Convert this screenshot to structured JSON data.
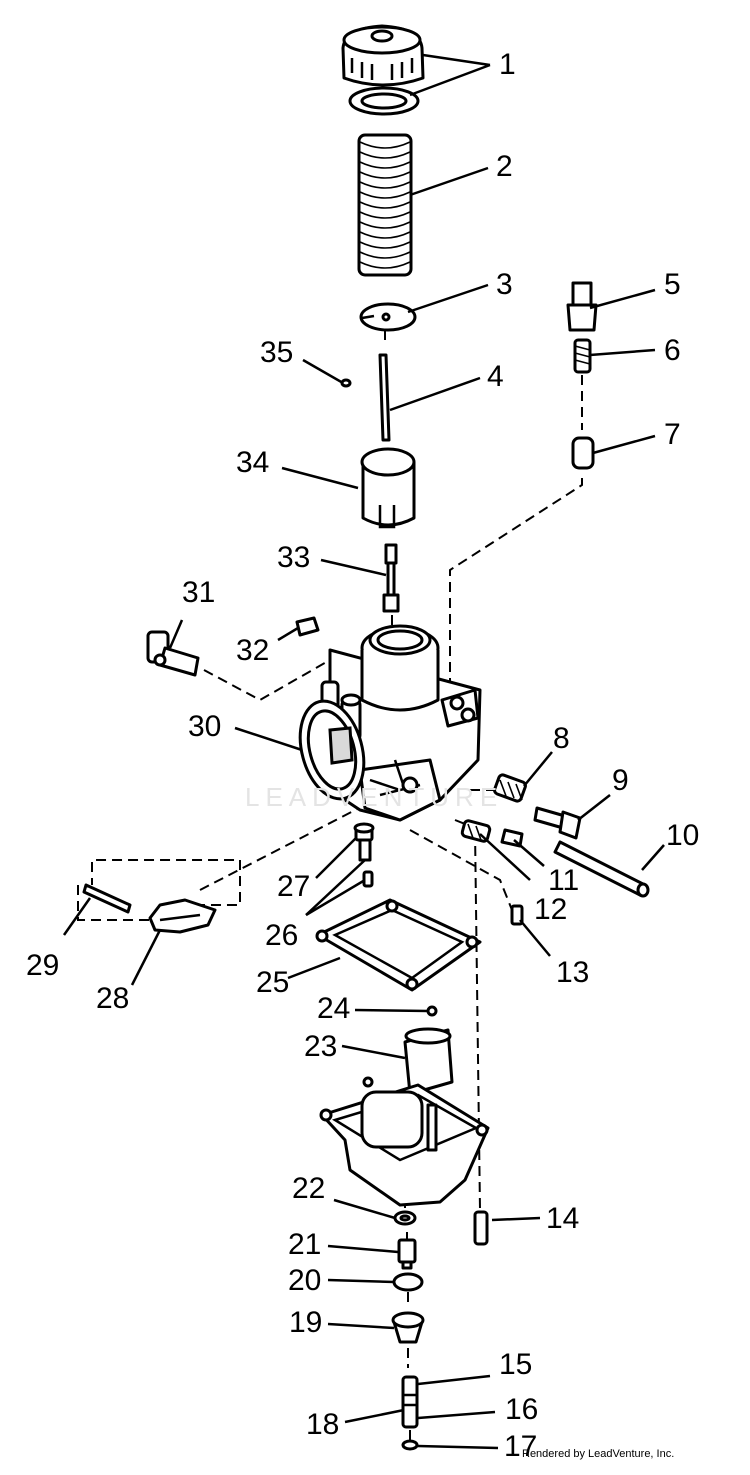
{
  "diagram": {
    "callouts": [
      "1",
      "2",
      "3",
      "4",
      "5",
      "6",
      "7",
      "8",
      "9",
      "10",
      "11",
      "12",
      "13",
      "14",
      "15",
      "16",
      "17",
      "18",
      "19",
      "20",
      "21",
      "22",
      "23",
      "24",
      "25",
      "26",
      "27",
      "28",
      "29",
      "30",
      "31",
      "32",
      "33",
      "34",
      "35"
    ],
    "watermark": "LEADVENTURE",
    "credit": "Rendered by LeadVenture, Inc."
  }
}
